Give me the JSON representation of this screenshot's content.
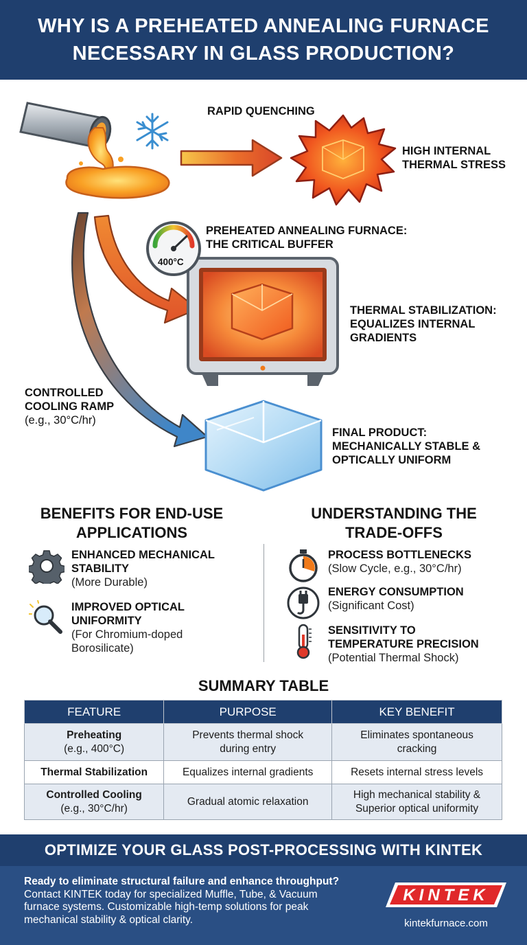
{
  "header": {
    "title_line1": "WHY IS A PREHEATED ANNEALING FURNACE",
    "title_line2": "NECESSARY IN GLASS PRODUCTION?"
  },
  "diagram": {
    "quench_label": "RAPID QUENCHING",
    "stress_label": [
      "HIGH INTERNAL",
      "THERMAL STRESS"
    ],
    "furnace_label": [
      "PREHEATED ANNEALING FURNACE:",
      "THE CRITICAL BUFFER"
    ],
    "gauge_value": "400°C",
    "stabilization_label": [
      "THERMAL STABILIZATION:",
      "EQUALIZES INTERNAL",
      "GRADIENTS"
    ],
    "cooling_label": [
      "CONTROLLED",
      "COOLING RAMP"
    ],
    "cooling_example": "(e.g., 30°C/hr)",
    "final_label": [
      "FINAL PRODUCT:",
      "MECHANICALLY STABLE &",
      "OPTICALLY UNIFORM"
    ]
  },
  "benefits": {
    "title": [
      "BENEFITS FOR END-USE",
      "APPLICATIONS"
    ],
    "items": [
      {
        "icon": "gear-icon",
        "title": [
          "ENHANCED MECHANICAL",
          "STABILITY"
        ],
        "desc": [
          "(More Durable)"
        ]
      },
      {
        "icon": "magnifier-icon",
        "title": [
          "IMPROVED OPTICAL",
          "UNIFORMITY"
        ],
        "desc": [
          "(For Chromium-doped",
          "Borosilicate)"
        ]
      }
    ]
  },
  "tradeoffs": {
    "title": [
      "UNDERSTANDING THE",
      "TRADE-OFFS"
    ],
    "items": [
      {
        "icon": "stopwatch-icon",
        "title": [
          "PROCESS BOTTLENECKS"
        ],
        "desc": [
          "(Slow Cycle, e.g., 30°C/hr)"
        ]
      },
      {
        "icon": "power-plug-icon",
        "title": [
          "ENERGY CONSUMPTION"
        ],
        "desc": [
          "(Significant Cost)"
        ]
      },
      {
        "icon": "thermometer-icon",
        "title": [
          "SENSITIVITY TO",
          "TEMPERATURE PRECISION"
        ],
        "desc": [
          "(Potential Thermal Shock)"
        ]
      }
    ]
  },
  "summary": {
    "title": "SUMMARY TABLE",
    "headers": [
      "FEATURE",
      "PURPOSE",
      "KEY BENEFIT"
    ],
    "rows": [
      {
        "feature": "Preheating",
        "feature_example": "(e.g., 400°C)",
        "purpose": [
          "Prevents thermal shock",
          "during entry"
        ],
        "benefit": [
          "Eliminates spontaneous",
          "cracking"
        ]
      },
      {
        "feature": "Thermal Stabilization",
        "feature_example": "",
        "purpose": [
          "Equalizes internal gradients"
        ],
        "benefit": [
          "Resets internal stress levels"
        ]
      },
      {
        "feature": "Controlled Cooling",
        "feature_example": "(e.g., 30°C/hr)",
        "purpose": [
          "Gradual atomic relaxation"
        ],
        "benefit": [
          "High mechanical stability &",
          "Superior optical uniformity"
        ]
      }
    ]
  },
  "footer": {
    "band_title": "OPTIMIZE YOUR GLASS POST-PROCESSING WITH KINTEK",
    "question": "Ready to eliminate structural failure and enhance throughput?",
    "body": [
      "Contact KINTEK today for specialized Muffle, Tube, & Vacuum",
      "furnace systems. Customizable high-temp solutions for peak",
      "mechanical stability & optical clarity."
    ],
    "brand": "KINTEK",
    "url": "kintekfurnace.com"
  },
  "colors": {
    "navy": "#1f3f6e",
    "footer_blue": "#2a4f84",
    "hot_orange": "#f07a1a",
    "cool_blue": "#4a8fd0",
    "brand_red": "#e0282a"
  }
}
